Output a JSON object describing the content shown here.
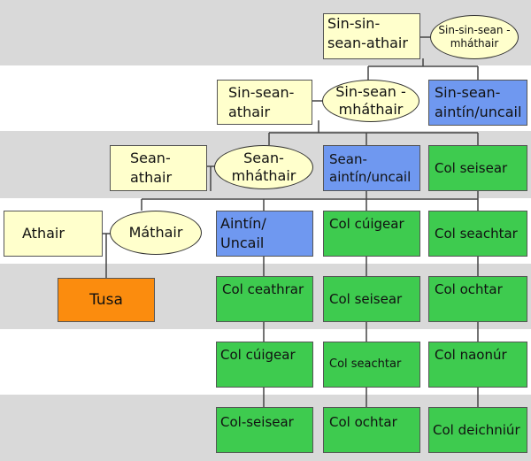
{
  "labels": {
    "great_great_grandfather": "Sin-sin-sean-athair",
    "great_great_grandmother": "Sin-sin-sean -mháthair",
    "great_grandfather": "Sin-sean-athair",
    "great_grandmother": "Sin-sean -mháthair",
    "great_aunt_uncle": "Sin-sean-aintín/uncail",
    "grandfather": "Sean-athair",
    "grandmother": "Sean-mháthair",
    "grand_aunt_uncle": "Sean-aintín/uncail",
    "father": "Athair",
    "mother": "Máthair",
    "aunt_uncle": "Aintín/ Uncail",
    "you": "Tusa",
    "cousins": {
      "col1": [
        "Col ceathrar",
        "Col cúigear",
        "Col-seisear"
      ],
      "col2": [
        "Col cúigear",
        "Col seisear",
        "Col seachtar",
        "Col ochtar"
      ],
      "col3": [
        "Col seisear",
        "Col seachtar",
        "Col ochtar",
        "Col naonúr",
        "Col deichniúr"
      ]
    }
  },
  "colors": {
    "band_grey": "#d9d9d9",
    "cream": "#ffffcc",
    "blue": "#6f98f0",
    "green": "#3ecb4f",
    "orange": "#fb8c0e"
  }
}
